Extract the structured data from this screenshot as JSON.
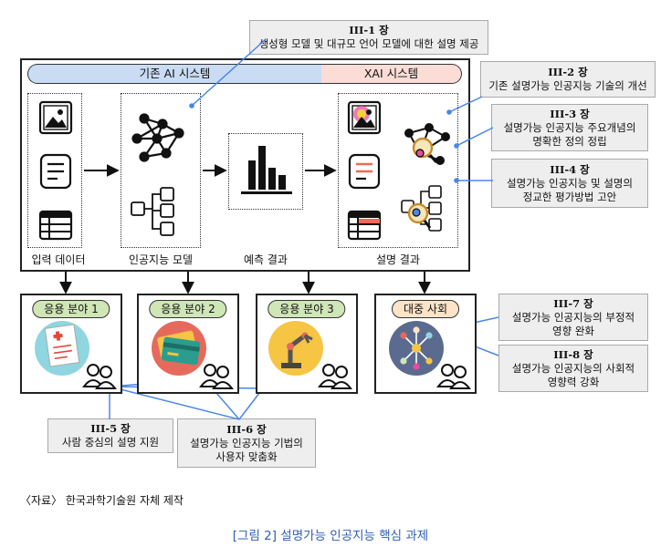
{
  "callouts": {
    "c1": {
      "chapter": "III-1 장",
      "text": "생성형 모델 및 대규모 언어 모델에 대한 설명 제공"
    },
    "c2": {
      "chapter": "III-2 장",
      "text": "기존 설명가능 인공지능 기술의 개선"
    },
    "c3": {
      "chapter": "III-3 장",
      "line1": "설명가능 인공지능 주요개념의",
      "line2": "명확한 정의 정립"
    },
    "c4": {
      "chapter": "III-4 장",
      "line1": "설명가능 인공지능 및 설명의",
      "line2": "정교한 평가방법 고안"
    },
    "c5": {
      "chapter": "III-5 장",
      "text": "사람 중심의 설명 지원"
    },
    "c6": {
      "chapter": "III-6 장",
      "line1": "설명가능 인공지능 기법의",
      "line2": "사용자 맞춤화"
    },
    "c7": {
      "chapter": "III-7 장",
      "line1": "설명가능 인공지능의 부정적",
      "line2": "영향 완화"
    },
    "c8": {
      "chapter": "III-8 장",
      "line1": "설명가능 인공지능의 사회적",
      "line2": "영향력 강화"
    }
  },
  "system_bar": {
    "existing": "기존 AI 시스템",
    "xai": "XAI 시스템"
  },
  "labels": {
    "input": "입력 데이터",
    "model": "인공지능 모델",
    "prediction": "예측 결과",
    "explanation": "설명 결과"
  },
  "applications": [
    {
      "label": "응용 분야 1",
      "color": "#cfe6b6"
    },
    {
      "label": "응용 분야 2",
      "color": "#cfe6b6"
    },
    {
      "label": "응용 분야 3",
      "color": "#cfe6b6"
    },
    {
      "label": "대중 사회",
      "color": "#fde3c8"
    }
  ],
  "source": "〈자료〉 한국과학기술원 자체 제작",
  "figure_title": "[그림 2] 설명가능 인공지능 핵심 과제",
  "colors": {
    "existing_bar": "#c9dcf4",
    "xai_bar": "#fbdcd6",
    "connector": "#4a86e8"
  }
}
